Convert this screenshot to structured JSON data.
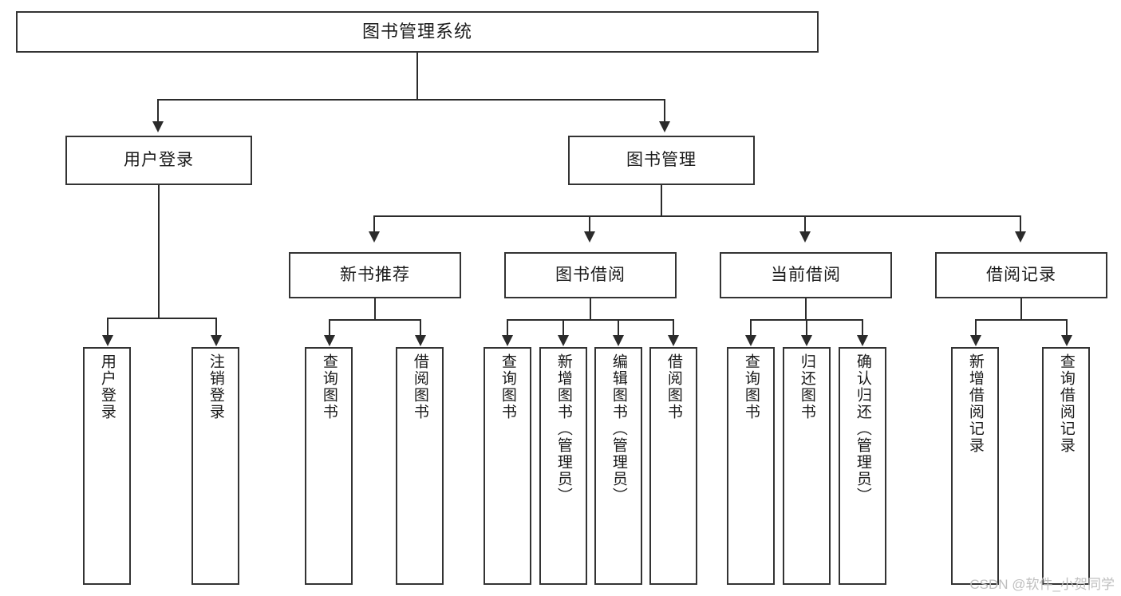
{
  "diagram": {
    "title": "图书管理系统",
    "type": "tree-hierarchy-diagram",
    "orientation": "top-down",
    "root": {
      "id": "root",
      "label": "图书管理系统"
    },
    "level2": [
      {
        "id": "user-login",
        "label": "用户登录"
      },
      {
        "id": "book-management",
        "label": "图书管理"
      }
    ],
    "level3": [
      {
        "id": "new-book-recommend",
        "label": "新书推荐",
        "parent": "book-management"
      },
      {
        "id": "book-borrow",
        "label": "图书借阅",
        "parent": "book-management"
      },
      {
        "id": "current-borrow",
        "label": "当前借阅",
        "parent": "book-management"
      },
      {
        "id": "borrow-record",
        "label": "借阅记录",
        "parent": "book-management"
      }
    ],
    "leaves": {
      "user-login": [
        {
          "id": "leaf-user-login",
          "label": "用户登录"
        },
        {
          "id": "leaf-logout",
          "label": "注销登录"
        }
      ],
      "new-book-recommend": [
        {
          "id": "leaf-query-book-1",
          "label": "查询图书"
        },
        {
          "id": "leaf-borrow-book-1",
          "label": "借阅图书"
        }
      ],
      "book-borrow": [
        {
          "id": "leaf-query-book-2",
          "label": "查询图书"
        },
        {
          "id": "leaf-add-book",
          "label": "新增图书（管理员）"
        },
        {
          "id": "leaf-edit-book",
          "label": "编辑图书（管理员）"
        },
        {
          "id": "leaf-borrow-book-2",
          "label": "借阅图书"
        }
      ],
      "current-borrow": [
        {
          "id": "leaf-query-book-3",
          "label": "查询图书"
        },
        {
          "id": "leaf-return-book",
          "label": "归还图书"
        },
        {
          "id": "leaf-confirm-return",
          "label": "确认归还（管理员）"
        }
      ],
      "borrow-record": [
        {
          "id": "leaf-add-record",
          "label": "新增借阅记录"
        },
        {
          "id": "leaf-query-record",
          "label": "查询借阅记录"
        }
      ]
    }
  },
  "watermark": {
    "text": "CSDN @软件_小贺同学"
  },
  "colors": {
    "box_border": "#333333",
    "connector": "#2b2b2b",
    "background": "#ffffff",
    "text": "#1a1a1a",
    "watermark": "#bfbfbf"
  }
}
